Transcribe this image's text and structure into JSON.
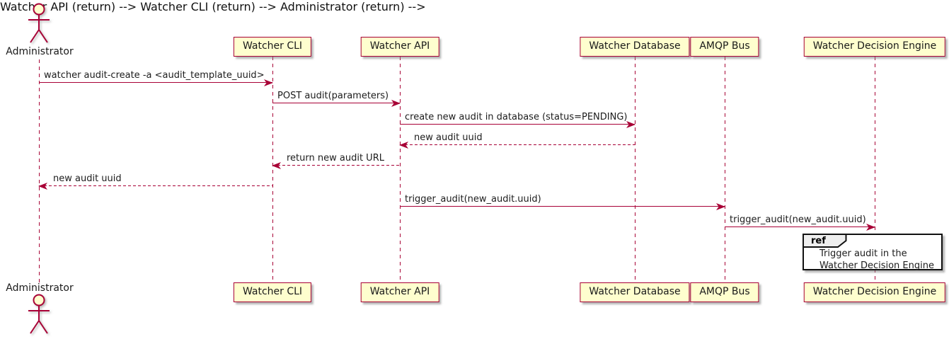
{
  "diagram": {
    "type": "uml-sequence",
    "colors": {
      "accent": "#A80036",
      "participant_fill": "#FEFECE",
      "text": "#1a1a1a",
      "ref_border": "#111111",
      "ref_tab_fill": "#EEEEEE"
    },
    "actor": {
      "name": "Administrator"
    },
    "participants": [
      {
        "label": "Watcher CLI"
      },
      {
        "label": "Watcher API"
      },
      {
        "label": "Watcher Database"
      },
      {
        "label": "AMQP Bus"
      },
      {
        "label": "Watcher Decision Engine"
      }
    ],
    "messages": [
      {
        "label": "watcher audit-create -a <audit_template_uuid>",
        "from": "Administrator",
        "to": "Watcher CLI",
        "style": "solid"
      },
      {
        "label": "POST audit(parameters)",
        "from": "Watcher CLI",
        "to": "Watcher API",
        "style": "solid"
      },
      {
        "label": "create new audit in database (status=PENDING)",
        "from": "Watcher API",
        "to": "Watcher Database",
        "style": "solid"
      },
      {
        "label": "new audit uuid",
        "from": "Watcher Database",
        "to": "Watcher API",
        "style": "dashed-return"
      },
      {
        "label": "return new audit URL",
        "from": "Watcher API",
        "to": "Watcher CLI",
        "style": "dashed-return"
      },
      {
        "label": "new audit uuid",
        "from": "Watcher CLI",
        "to": "Administrator",
        "style": "dashed-return"
      },
      {
        "label": "trigger_audit(new_audit.uuid)",
        "from": "Watcher API",
        "to": "AMQP Bus",
        "style": "solid"
      },
      {
        "label": "trigger_audit(new_audit.uuid)",
        "from": "AMQP Bus",
        "to": "Watcher Decision Engine",
        "style": "solid"
      }
    ],
    "ref": {
      "keyword": "ref",
      "line1": "Trigger audit in the",
      "line2": "Watcher Decision Engine"
    }
  }
}
